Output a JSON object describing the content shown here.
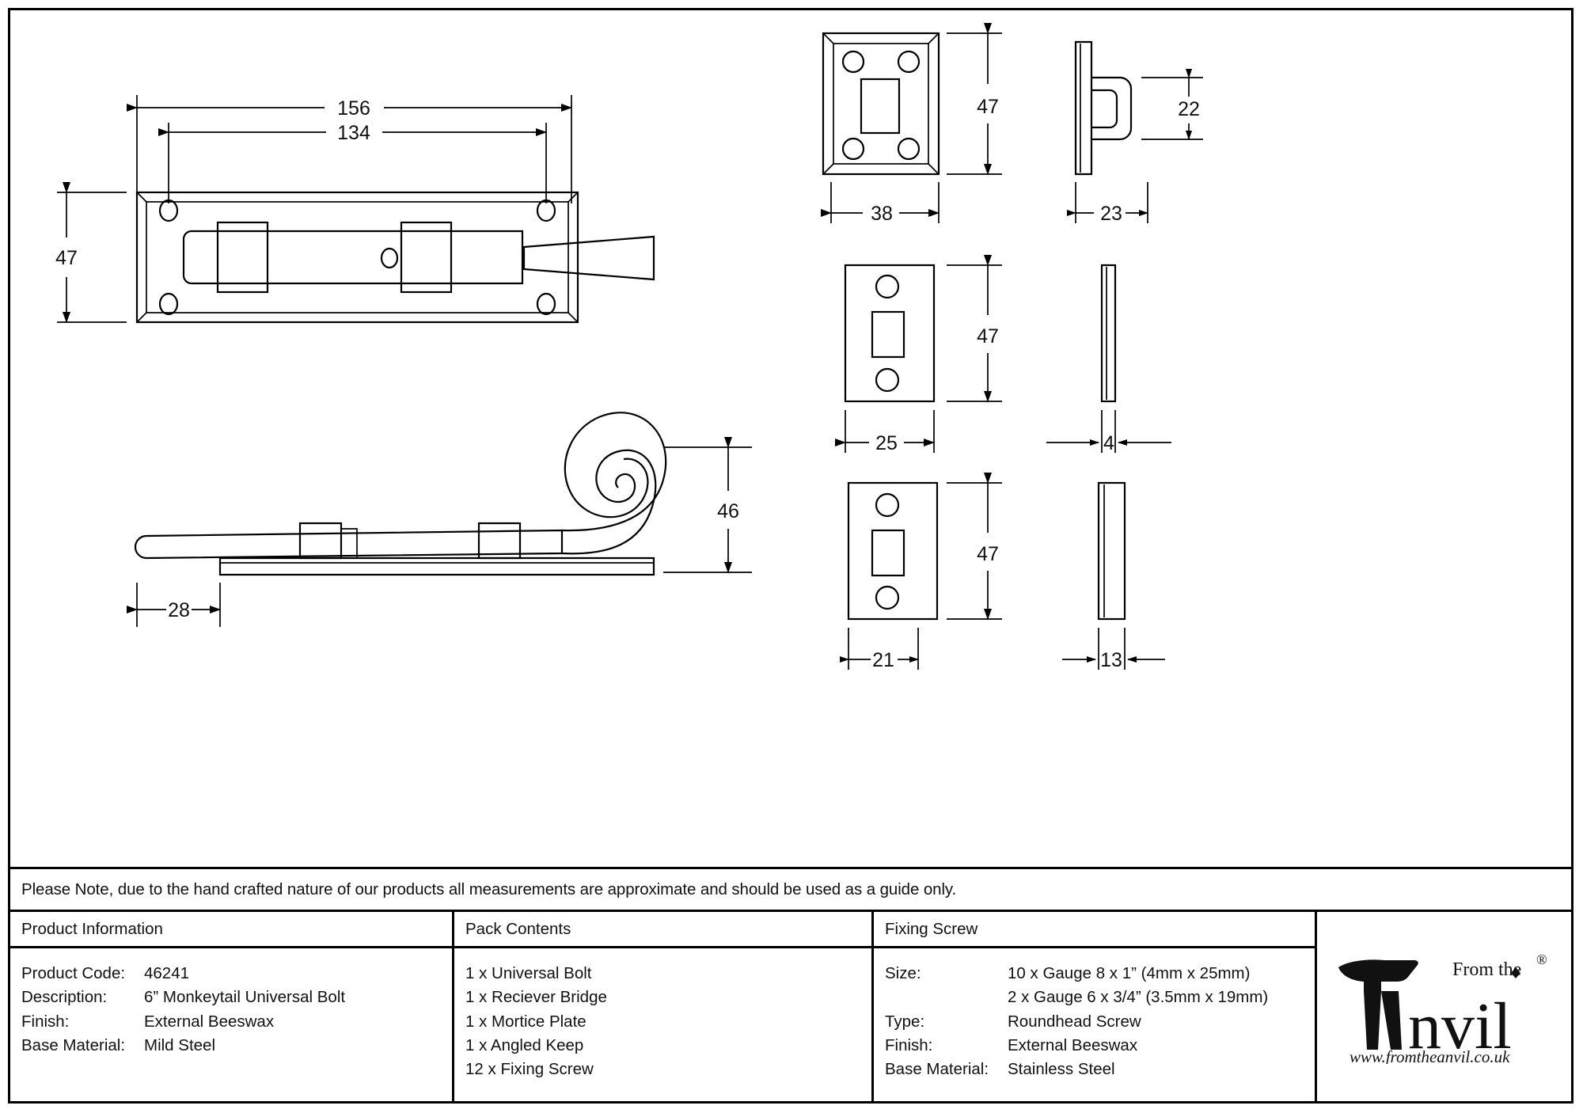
{
  "note": {
    "text": "Please Note, due to the hand crafted nature of our products all measurements are approximate and should be used as a guide only."
  },
  "table": {
    "product_information": {
      "heading": "Product Information",
      "rows": [
        {
          "label": "Product Code:",
          "value": "46241"
        },
        {
          "label": "Description:",
          "value": "6” Monkeytail Universal Bolt"
        },
        {
          "label": "Finish:",
          "value": "External Beeswax"
        },
        {
          "label": "Base Material:",
          "value": "Mild Steel"
        }
      ]
    },
    "pack_contents": {
      "heading": "Pack Contents",
      "items": [
        "1 x Universal Bolt",
        "1 x Reciever Bridge",
        "1 x Mortice Plate",
        "1 x Angled Keep",
        "12 x Fixing Screw"
      ]
    },
    "fixing_screw": {
      "heading": "Fixing Screw",
      "rows": [
        {
          "label": "Size:",
          "value": "10 x Gauge 8 x 1” (4mm x 25mm)"
        },
        {
          "label": "",
          "value": "2 x Gauge 6 x 3/4” (3.5mm x 19mm)"
        },
        {
          "label": "Type:",
          "value": "Roundhead Screw"
        },
        {
          "label": "Finish:",
          "value": "External Beeswax"
        },
        {
          "label": "Base Material:",
          "value": "Stainless Steel"
        }
      ]
    },
    "brand": {
      "line1": "From the",
      "line2": "Anvil",
      "registered": "®",
      "website": "www.fromtheanvil.co.uk"
    }
  },
  "drawing": {
    "dimensions": {
      "bolt_overall_length": "156",
      "bolt_plate_length": "134",
      "bolt_plate_height": "47",
      "monkeytail_height": "46",
      "monkeytail_offset": "28",
      "receiver_bridge_height": "47",
      "receiver_bridge_width": "38",
      "receiver_bridge_depth": "22",
      "receiver_bridge_side_width": "23",
      "mortice_plate_height": "47",
      "mortice_plate_width": "25",
      "mortice_plate_thickness": "4",
      "angled_keep_height": "47",
      "angled_keep_width": "21",
      "angled_keep_thickness": "13"
    },
    "views": {
      "bolt_front": "universal-bolt-front-view",
      "bolt_side": "universal-bolt-monkeytail-side-view",
      "receiver_bridge_front": "receiver-bridge-front-view",
      "receiver_bridge_side": "receiver-bridge-side-view",
      "mortice_plate_front": "mortice-plate-front-view",
      "mortice_plate_side": "mortice-plate-side-view",
      "angled_keep_front": "angled-keep-front-view",
      "angled_keep_side": "angled-keep-side-view"
    },
    "colors": {
      "line": "#000000",
      "background": "#ffffff"
    }
  }
}
